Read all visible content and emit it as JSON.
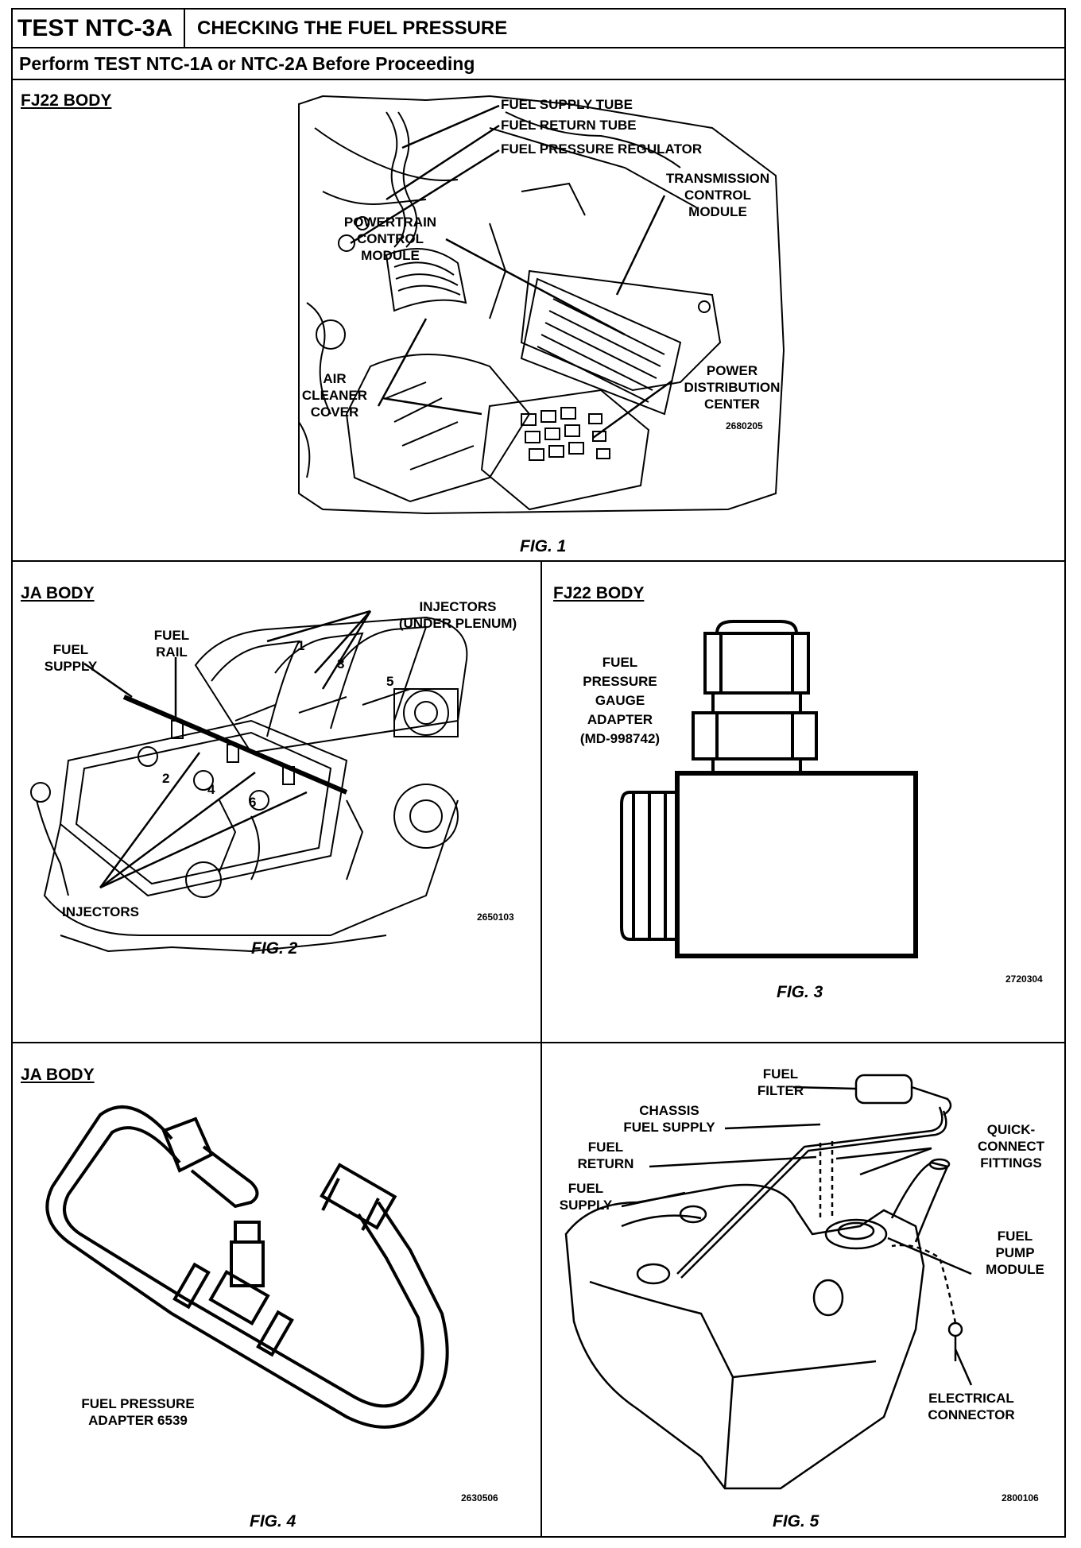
{
  "header": {
    "test_id": "TEST NTC-3A",
    "title": "CHECKING THE FUEL PRESSURE",
    "instruction": "Perform TEST NTC-1A or NTC-2A Before Proceeding"
  },
  "fig1": {
    "body": "FJ22 BODY",
    "caption": "FIG. 1",
    "code": "2680205",
    "labels": {
      "fuel_supply_tube": "FUEL SUPPLY TUBE",
      "fuel_return_tube": "FUEL RETURN TUBE",
      "fuel_pressure_regulator": "FUEL PRESSURE REGULATOR",
      "tcm_1": "TRANSMISSION",
      "tcm_2": "CONTROL",
      "tcm_3": "MODULE",
      "pcm_1": "POWERTRAIN",
      "pcm_2": "CONTROL",
      "pcm_3": "MODULE",
      "air_1": "AIR",
      "air_2": "CLEANER",
      "air_3": "COVER",
      "pdc_1": "POWER",
      "pdc_2": "DISTRIBUTION",
      "pdc_3": "CENTER"
    }
  },
  "fig2": {
    "body": "JA BODY",
    "caption": "FIG. 2",
    "code": "2650103",
    "labels": {
      "injectors_top_1": "INJECTORS",
      "injectors_top_2": "(UNDER PLENUM)",
      "fuel_rail_1": "FUEL",
      "fuel_rail_2": "RAIL",
      "fuel_supply_1": "FUEL",
      "fuel_supply_2": "SUPPLY",
      "injectors_bottom": "INJECTORS",
      "n1": "1",
      "n2": "2",
      "n3": "3",
      "n4": "4",
      "n5": "5",
      "n6": "6"
    }
  },
  "fig3": {
    "body": "FJ22 BODY",
    "caption": "FIG. 3",
    "code": "2720304",
    "labels": {
      "l1": "FUEL",
      "l2": "PRESSURE",
      "l3": "GAUGE",
      "l4": "ADAPTER",
      "l5": "(MD-998742)"
    }
  },
  "fig4": {
    "body": "JA BODY",
    "caption": "FIG. 4",
    "code": "2630506",
    "labels": {
      "l1": "FUEL PRESSURE",
      "l2": "ADAPTER 6539"
    }
  },
  "fig5": {
    "caption": "FIG. 5",
    "code": "2800106",
    "labels": {
      "fuel_filter_1": "FUEL",
      "fuel_filter_2": "FILTER",
      "chassis_1": "CHASSIS",
      "chassis_2": "FUEL SUPPLY",
      "fuel_return_1": "FUEL",
      "fuel_return_2": "RETURN",
      "fuel_supply_1": "FUEL",
      "fuel_supply_2": "SUPPLY",
      "qc_1": "QUICK-",
      "qc_2": "CONNECT",
      "qc_3": "FITTINGS",
      "pump_1": "FUEL",
      "pump_2": "PUMP",
      "pump_3": "MODULE",
      "elec_1": "ELECTRICAL",
      "elec_2": "CONNECTOR"
    }
  }
}
